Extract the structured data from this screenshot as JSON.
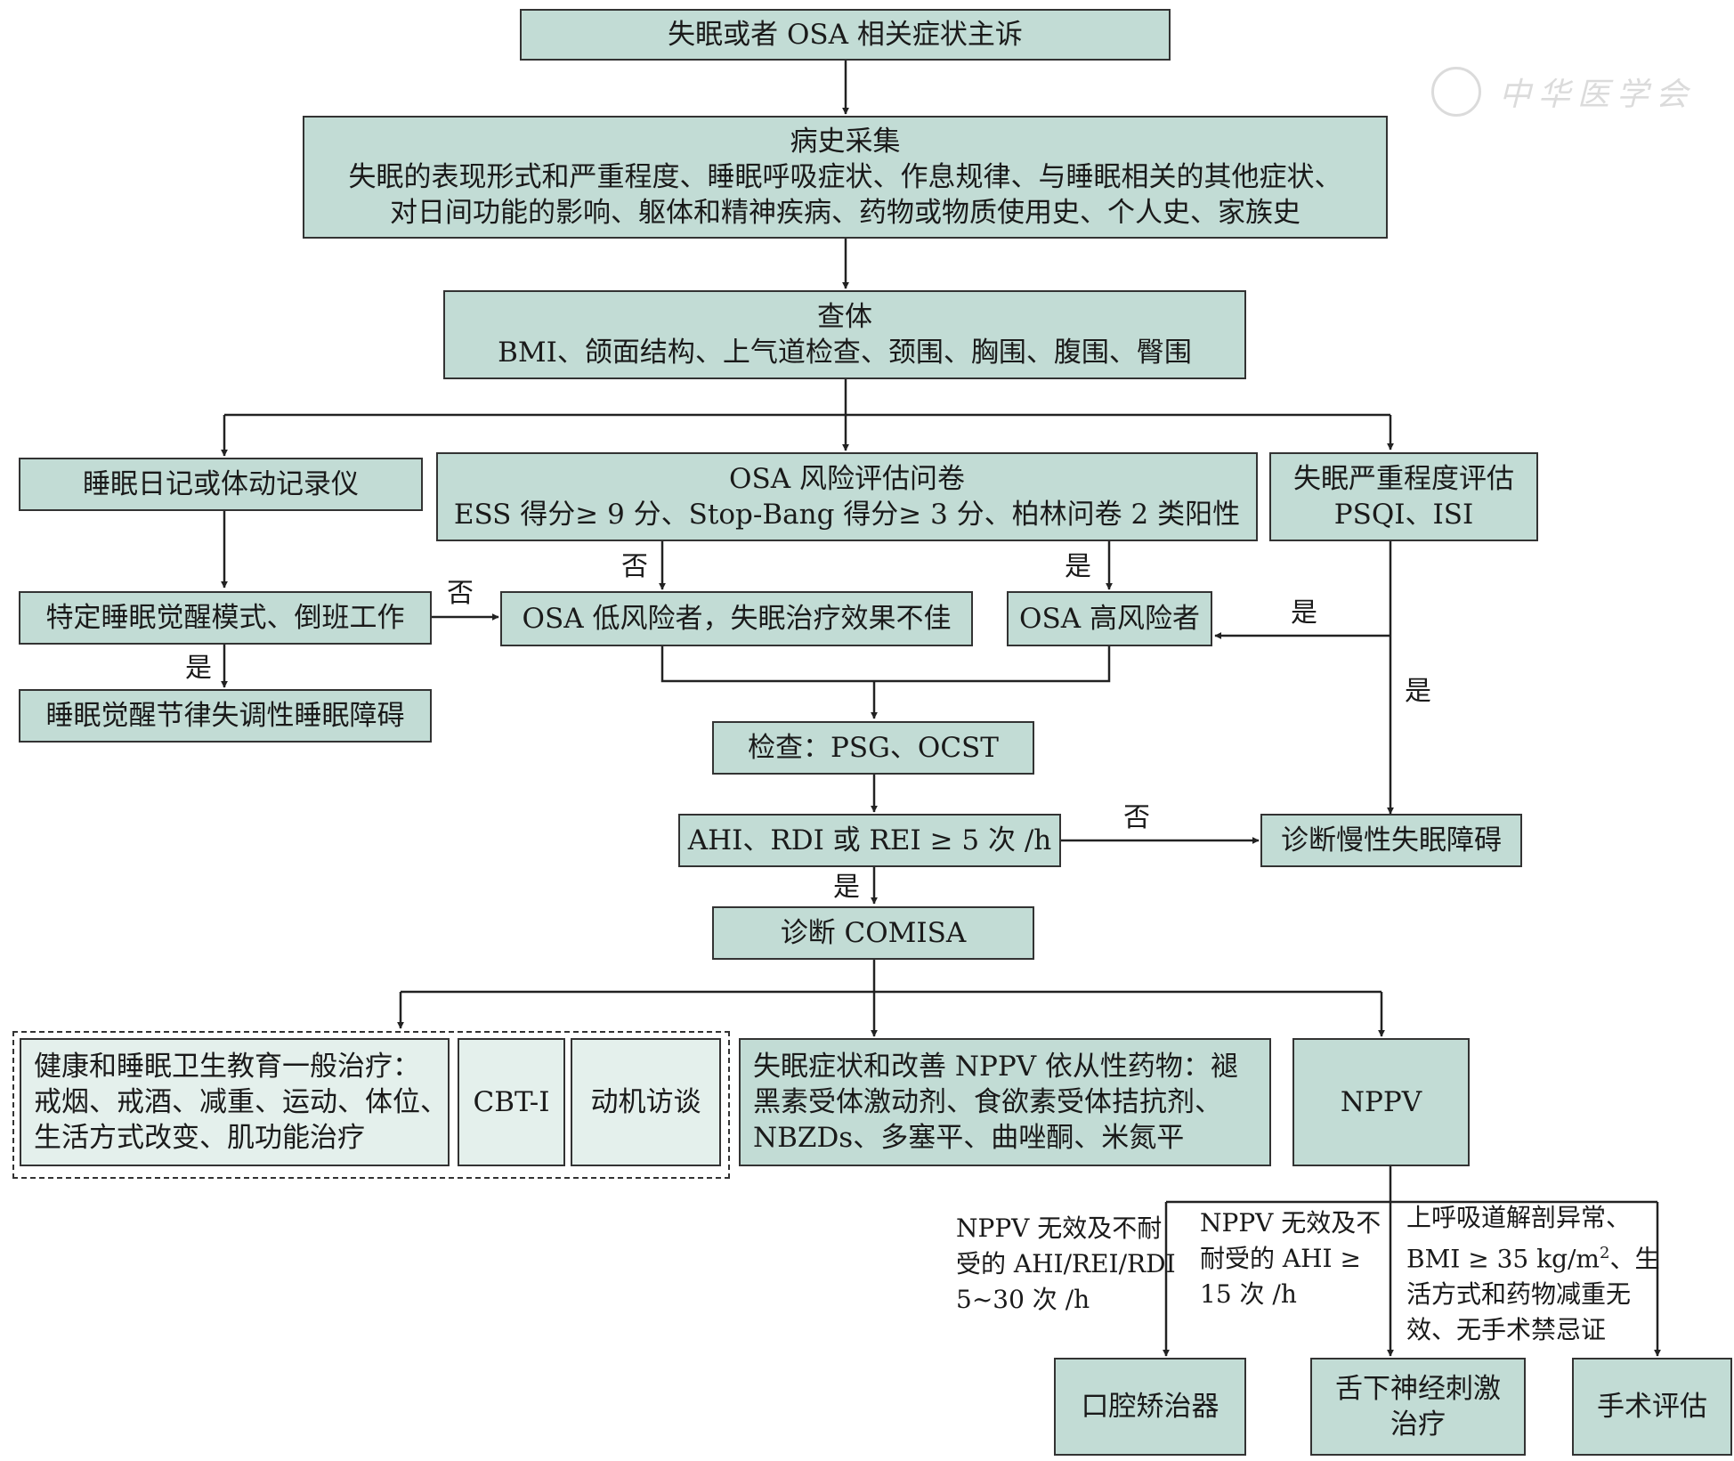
{
  "nodes": {
    "complaint": "失眠或者 OSA 相关症状主诉",
    "history_title": "病史采集",
    "history_line1": "失眠的表现形式和严重程度、睡眠呼吸症状、作息规律、与睡眠相关的其他症状、",
    "history_line2": "对日间功能的影响、躯体和精神疾病、药物或物质使用史、个人史、家族史",
    "exam_title": "查体",
    "exam_line": "BMI、颌面结构、上气道检查、颈围、胸围、腹围、臀围",
    "diary": "睡眠日记或体动记录仪",
    "osa_q_title": "OSA 风险评估问卷",
    "osa_q_line": "ESS 得分≥ 9 分、Stop-Bang 得分≥ 3 分、柏林问卷 2 类阳性",
    "insomnia_sev_title": "失眠严重程度评估",
    "insomnia_sev_line": "PSQI、ISI",
    "specific_pattern": "特定睡眠觉醒模式、倒班工作",
    "osa_low": "OSA 低风险者，失眠治疗效果不佳",
    "osa_high": "OSA 高风险者",
    "circadian": "睡眠觉醒节律失调性睡眠障碍",
    "psg": "检查：PSG、OCST",
    "ahi": "AHI、RDI 或 REI ≥ 5 次 /h",
    "chronic_insomnia": "诊断慢性失眠障碍",
    "comisa": "诊断 COMISA",
    "general_line1": "健康和睡眠卫生教育一般治疗：",
    "general_line2": "戒烟、戒酒、减重、运动、体位、",
    "general_line3": "生活方式改变、肌功能治疗",
    "cbti": "CBT-I",
    "motivational": "动机访谈",
    "drug_line1": "失眠症状和改善 NPPV 依从性药物：褪",
    "drug_line2": "黑素受体激动剂、食欲素受体拮抗剂、",
    "drug_line3": "NBZDs、多塞平、曲唑酮、米氮平",
    "nppv": "NPPV",
    "oral": "口腔矫治器",
    "hypoglossal_line1": "舌下神经刺激",
    "hypoglossal_line2": "治疗",
    "surgery": "手术评估"
  },
  "labels": {
    "no": "否",
    "yes": "是"
  },
  "notes": {
    "oral_1": "NPPV 无效及不耐",
    "oral_2": "受的 AHI/REI/RDI",
    "oral_3": "5~30 次 /h",
    "hypo_1": "NPPV 无效及不",
    "hypo_2": "耐受的 AHI ≥",
    "hypo_3": "15 次 /h",
    "surg_1": "上呼吸道解剖异常、",
    "surg_2_pre": "BMI ≥ 35 kg/m",
    "surg_2_sup": "2",
    "surg_2_post": "、生",
    "surg_3": "活方式和药物减重无",
    "surg_4": "效、无手术禁忌证"
  },
  "watermark": {
    "text": "中华医学会"
  },
  "colors": {
    "box_fill": "#c2dcd5",
    "box_fill_light": "#e4f0ec",
    "line": "#333333"
  }
}
